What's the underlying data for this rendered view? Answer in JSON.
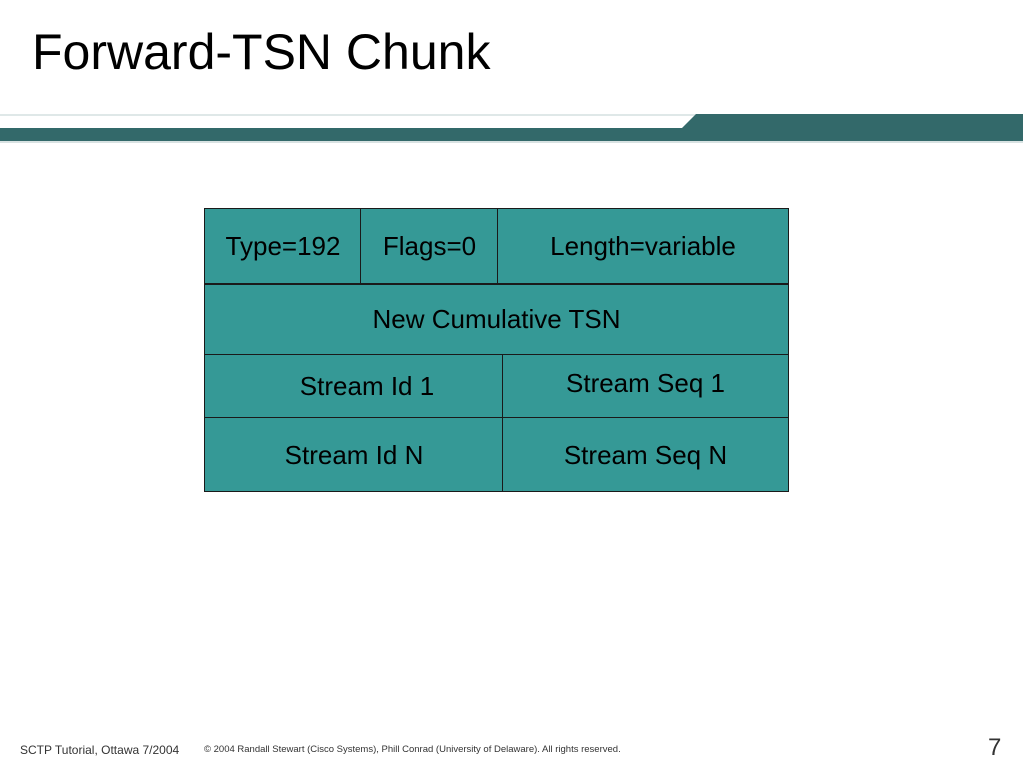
{
  "slide": {
    "title": "Forward-TSN Chunk",
    "page_number": "7"
  },
  "colors": {
    "band_dark": "#33696a",
    "band_light": "#dfe8e8",
    "cell_fill": "#359996",
    "cell_border": "#1a1a1a"
  },
  "diagram": {
    "type": "Type=192",
    "flags": "Flags=0",
    "length": "Length=variable",
    "new_cumulative_tsn": "New Cumulative TSN",
    "stream_id_1": "Stream Id 1",
    "stream_seq_1": "Stream Seq 1",
    "stream_id_n": "Stream Id N",
    "stream_seq_n": "Stream Seq N"
  },
  "footer": {
    "tutorial": "SCTP Tutorial, Ottawa 7/2004",
    "copyright": "© 2004 Randall Stewart (Cisco Systems), Phill Conrad (University of Delaware). All rights reserved."
  }
}
